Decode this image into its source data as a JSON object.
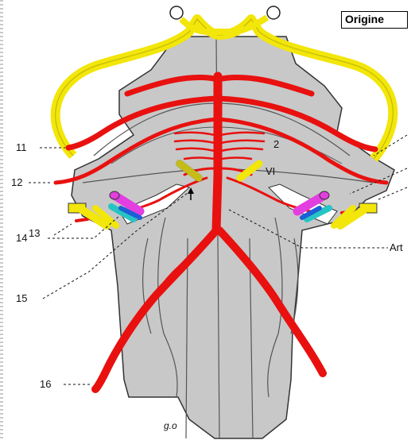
{
  "header_tag": "Origine",
  "labels": {
    "n11": "11",
    "n12": "12",
    "n13": "13",
    "n14": "14",
    "n15": "15",
    "n16": "16",
    "n2": "2",
    "nVI": "VI",
    "art": "Art",
    "signature": "g.o"
  },
  "colors": {
    "brainstem": "#c8c8c8",
    "artery": "#e8110f",
    "nerve": "#f2e60a",
    "accent_magenta": "#e33ee0",
    "accent_cyan": "#27c4c4",
    "accent_blue": "#1c5fd6"
  }
}
